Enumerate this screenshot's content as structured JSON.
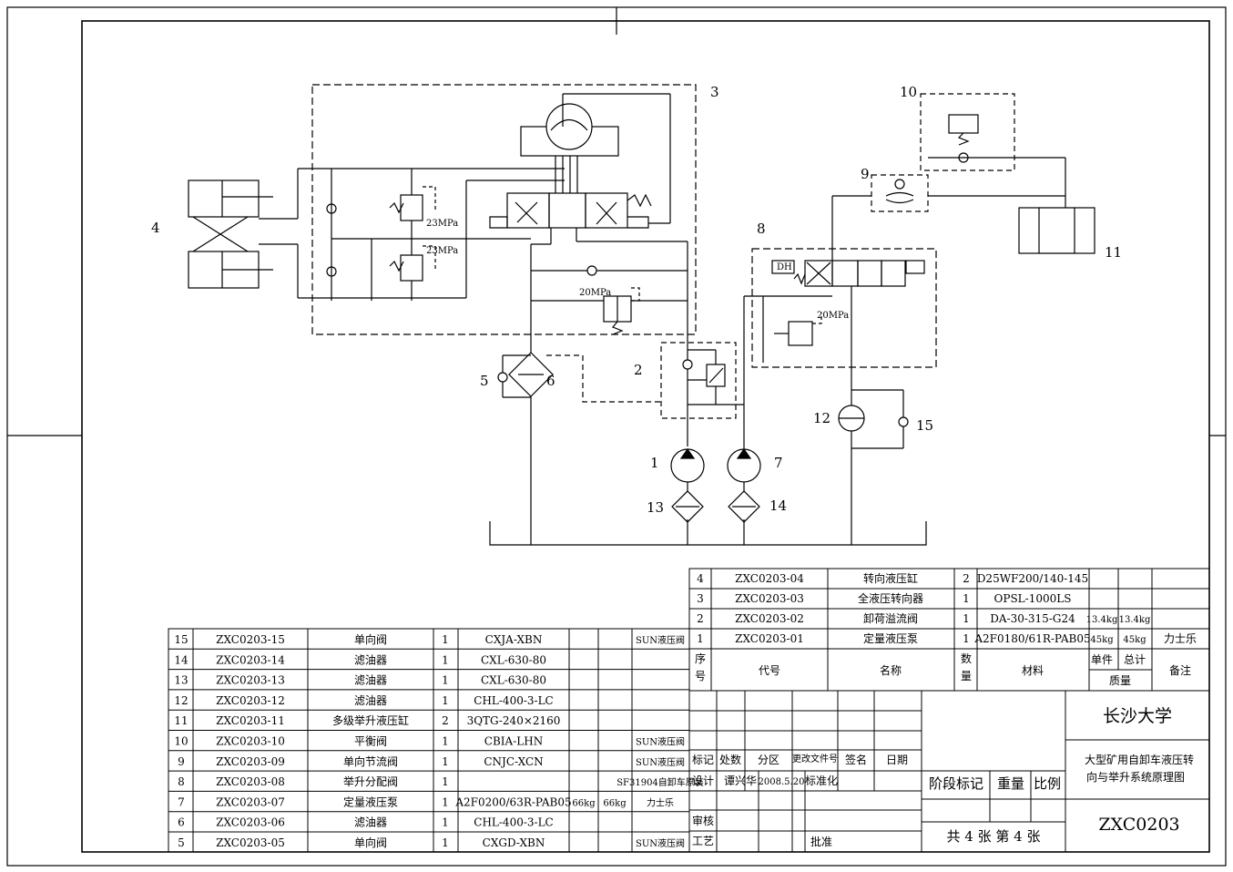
{
  "diagram": {
    "component_numbers": [
      "1",
      "2",
      "3",
      "4",
      "5",
      "6",
      "7",
      "8",
      "9",
      "10",
      "11",
      "12",
      "13",
      "14",
      "15"
    ],
    "pressure_labels": {
      "upper_relief": "23MPa",
      "lower_relief": "23MPa",
      "steering_relief": "20MPa",
      "lift_relief": "20MPa"
    },
    "valve_label_dh": "DH"
  },
  "parts_right": {
    "header": {
      "seq": "序\n号",
      "code": "代号",
      "name": "名称",
      "qty": "数\n量",
      "material": "材料",
      "unit_mass": "单件",
      "total_mass": "总计",
      "mass": "质量",
      "note": "备注"
    },
    "rows": [
      {
        "seq": "4",
        "code": "ZXC0203-04",
        "name": "转向液压缸",
        "qty": "2",
        "material": "D25WF200/140-145",
        "unit": "",
        "total": "",
        "note": ""
      },
      {
        "seq": "3",
        "code": "ZXC0203-03",
        "name": "全液压转向器",
        "qty": "1",
        "material": "OPSL-1000LS",
        "unit": "",
        "total": "",
        "note": ""
      },
      {
        "seq": "2",
        "code": "ZXC0203-02",
        "name": "卸荷溢流阀",
        "qty": "1",
        "material": "DA-30-315-G24",
        "unit": "13.4kg",
        "total": "13.4kg",
        "note": ""
      },
      {
        "seq": "1",
        "code": "ZXC0203-01",
        "name": "定量液压泵",
        "qty": "1",
        "material": "A2F0180/61R-PAB05",
        "unit": "45kg",
        "total": "45kg",
        "note": "力士乐"
      }
    ]
  },
  "parts_left": [
    {
      "seq": "15",
      "code": "ZXC0203-15",
      "name": "单向阀",
      "qty": "1",
      "material": "CXJA-XBN",
      "unit": "",
      "total": "",
      "note": "SUN液压阀"
    },
    {
      "seq": "14",
      "code": "ZXC0203-14",
      "name": "滤油器",
      "qty": "1",
      "material": "CXL-630-80",
      "unit": "",
      "total": "",
      "note": ""
    },
    {
      "seq": "13",
      "code": "ZXC0203-13",
      "name": "滤油器",
      "qty": "1",
      "material": "CXL-630-80",
      "unit": "",
      "total": "",
      "note": ""
    },
    {
      "seq": "12",
      "code": "ZXC0203-12",
      "name": "滤油器",
      "qty": "1",
      "material": "CHL-400-3-LC",
      "unit": "",
      "total": "",
      "note": ""
    },
    {
      "seq": "11",
      "code": "ZXC0203-11",
      "name": "多级举升液压缸",
      "qty": "2",
      "material": "3QTG-240×2160",
      "unit": "",
      "total": "",
      "note": ""
    },
    {
      "seq": "10",
      "code": "ZXC0203-10",
      "name": "平衡阀",
      "qty": "1",
      "material": "CBIA-LHN",
      "unit": "",
      "total": "",
      "note": "SUN液压阀"
    },
    {
      "seq": "9",
      "code": "ZXC0203-09",
      "name": "单向节流阀",
      "qty": "1",
      "material": "CNJC-XCN",
      "unit": "",
      "total": "",
      "note": "SUN液压阀"
    },
    {
      "seq": "8",
      "code": "ZXC0203-08",
      "name": "举升分配阀",
      "qty": "1",
      "material": "",
      "unit": "",
      "total": "",
      "note": "SF31904自卸车原装"
    },
    {
      "seq": "7",
      "code": "ZXC0203-07",
      "name": "定量液压泵",
      "qty": "1",
      "material": "A2F0200/63R-PAB05",
      "unit": "66kg",
      "total": "66kg",
      "note": "力士乐"
    },
    {
      "seq": "6",
      "code": "ZXC0203-06",
      "name": "滤油器",
      "qty": "1",
      "material": "CHL-400-3-LC",
      "unit": "",
      "total": "",
      "note": ""
    },
    {
      "seq": "5",
      "code": "ZXC0203-05",
      "name": "单向阀",
      "qty": "1",
      "material": "CXGD-XBN",
      "unit": "",
      "total": "",
      "note": "SUN液压阀"
    }
  ],
  "title_block": {
    "mark": "标记",
    "count": "处数",
    "zone": "分区",
    "change_doc": "更改文件号",
    "sign": "签名",
    "date": "日期",
    "design": "设计",
    "designer": "谭兴华",
    "design_date": "2008.5.20",
    "standard": "标准化",
    "check": "审核",
    "process": "工艺",
    "approve": "批准",
    "stage": "阶段标记",
    "weight": "重量",
    "scale": "比例",
    "sheets": "共 4 张  第 4 张",
    "school": "长沙大学",
    "drawing_title_1": "大型矿用自卸车液压转",
    "drawing_title_2": "向与举升系统原理图",
    "drawing_no": "ZXC0203"
  }
}
